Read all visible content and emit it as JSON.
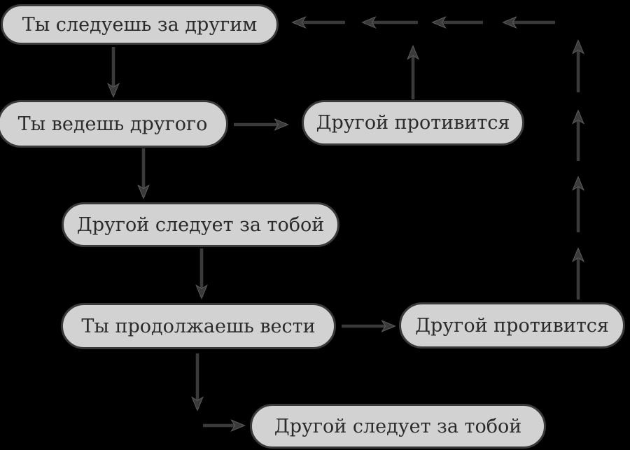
{
  "diagram": {
    "background": "#000000",
    "node-fill": "#d2d2d2",
    "node-border": "#3a3a3a",
    "node-text-color": "#2b2b2b",
    "arrow-color": "#3a3a3a"
  },
  "nodes": {
    "follow_other": {
      "label": "Ты следуешь за другим"
    },
    "lead_other": {
      "label": "Ты ведешь другого"
    },
    "other_resists_1": {
      "label": "Другой противится"
    },
    "other_follows_1": {
      "label": "Другой следует за тобой"
    },
    "continue_leading": {
      "label": "Ты продолжаешь вести"
    },
    "other_resists_2": {
      "label": "Другой противится"
    },
    "other_follows_2": {
      "label": "Другой следует за тобой"
    }
  },
  "edges": [
    {
      "from": "Ты следуешь за другим",
      "to": "Ты ведешь другого",
      "style": "solid"
    },
    {
      "from": "Ты ведешь другого",
      "to": "Другой противится",
      "style": "solid"
    },
    {
      "from": "Ты ведешь другого",
      "to": "Другой следует за тобой",
      "style": "solid"
    },
    {
      "from": "Другой следует за тобой",
      "to": "Ты продолжаешь вести",
      "style": "solid"
    },
    {
      "from": "Ты продолжаешь вести",
      "to": "Другой противится",
      "style": "solid"
    },
    {
      "from": "Ты продолжаешь вести",
      "to": "Другой следует за тобой",
      "style": "solid"
    },
    {
      "from": "Другой противится",
      "to": "Ты следуешь за другим",
      "style": "dashed-segments"
    },
    {
      "from": "Другой противится",
      "to": "Ты следуешь за другим",
      "style": "dashed-segments-right-column"
    }
  ]
}
